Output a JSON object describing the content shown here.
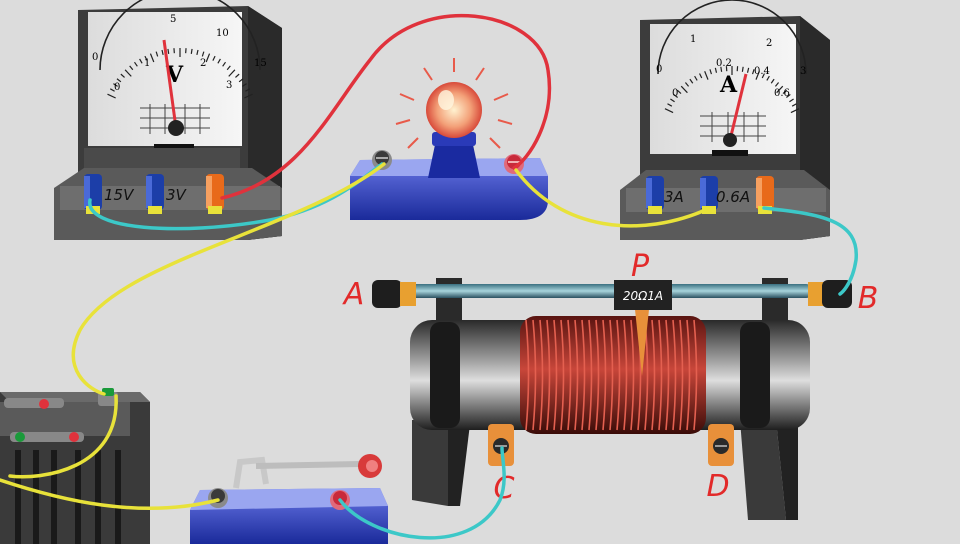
{
  "voltmeter": {
    "symbol": "V",
    "scale_outer": [
      "0",
      "5",
      "10",
      "15"
    ],
    "scale_inner": [
      "0",
      "1",
      "2",
      "3"
    ],
    "terminals": [
      "15V",
      "3V"
    ]
  },
  "ammeter": {
    "symbol": "A",
    "scale_outer": [
      "0",
      "1",
      "2",
      "3"
    ],
    "scale_inner": [
      "0",
      "0.2",
      "0.4",
      "0.6"
    ],
    "terminals": [
      "3A",
      "0.6A"
    ]
  },
  "rheostat": {
    "rating": "20Ω1A",
    "slider_label": "P",
    "terminal_labels": {
      "a": "A",
      "b": "B",
      "c": "C",
      "d": "D"
    }
  },
  "colors": {
    "wire_red": "#e0323c",
    "wire_yellow": "#e8e23a",
    "wire_cyan": "#3cc8c8",
    "terminal_blue": "#1c3ea8",
    "terminal_orange": "#e86a1a",
    "label_red": "#e22a2a",
    "coil": "#b4342a"
  }
}
